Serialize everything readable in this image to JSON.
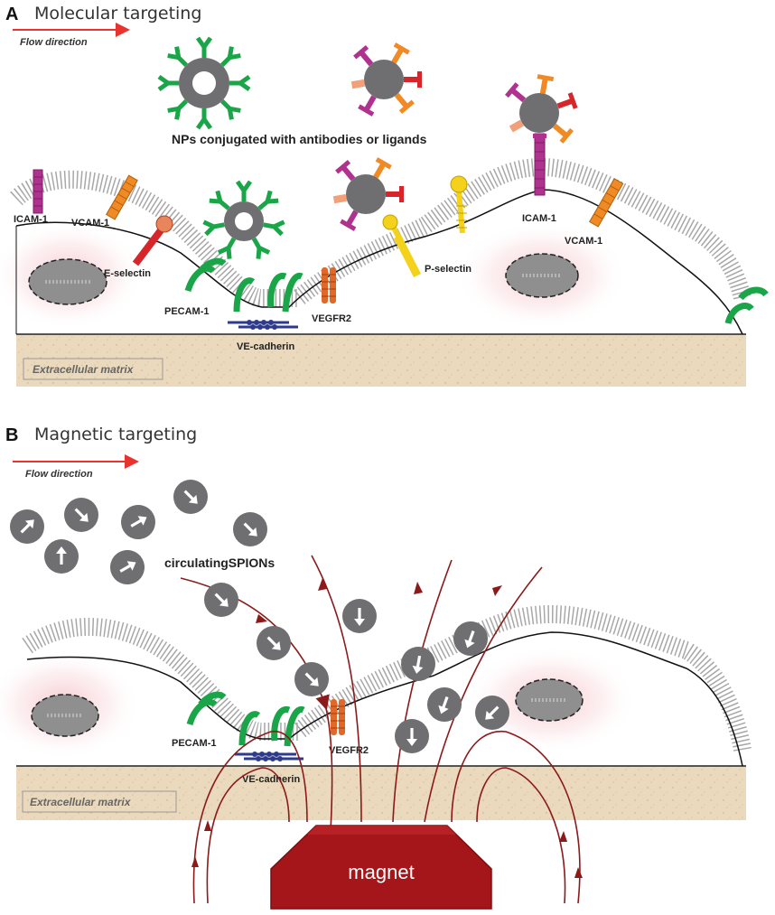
{
  "panelA": {
    "letter": "A",
    "title": "Molecular targeting",
    "flow": "Flow direction",
    "nps_caption": "NPs conjugated with antibodies or ligands",
    "ecm": "Extracellular matrix",
    "labels": {
      "icam1_left": "ICAM-1",
      "vcam1_left": "VCAM-1",
      "eselectin": "E-selectin",
      "pecam1": "PECAM-1",
      "vecadherin": "VE-cadherin",
      "vegfr2": "VEGFR2",
      "pselectin": "P-selectin",
      "icam1_right": "ICAM-1",
      "vcam1_right": "VCAM-1"
    }
  },
  "panelB": {
    "letter": "B",
    "title": "Magnetic targeting",
    "flow": "Flow direction",
    "spions": "circulatingSPIONs",
    "ecm": "Extracellular matrix",
    "labels": {
      "pecam1": "PECAM-1",
      "vegfr2": "VEGFR2",
      "vecadherin": "VE-cadherin"
    },
    "magnet": "magnet"
  },
  "colors": {
    "flow_arrow": "#e8332f",
    "membrane": "#8f8f8f",
    "ecm": "#ead9bd",
    "np_core": "#6f6f71",
    "antibody": "#1aa648",
    "icam": "#b0328f",
    "vcam": "#f08a24",
    "eselectin": "#d6262b",
    "pselectin": "#f4d21c",
    "vegfr2": "#e0692a",
    "vecadherin": "#2e3a8c",
    "field_line": "#8b1a1a",
    "magnet": "#a4161a"
  },
  "icons": [
    "arrow-icon",
    "antibody-icon",
    "nanoparticle-icon",
    "spion-icon",
    "nucleus-icon",
    "magnet-icon"
  ]
}
